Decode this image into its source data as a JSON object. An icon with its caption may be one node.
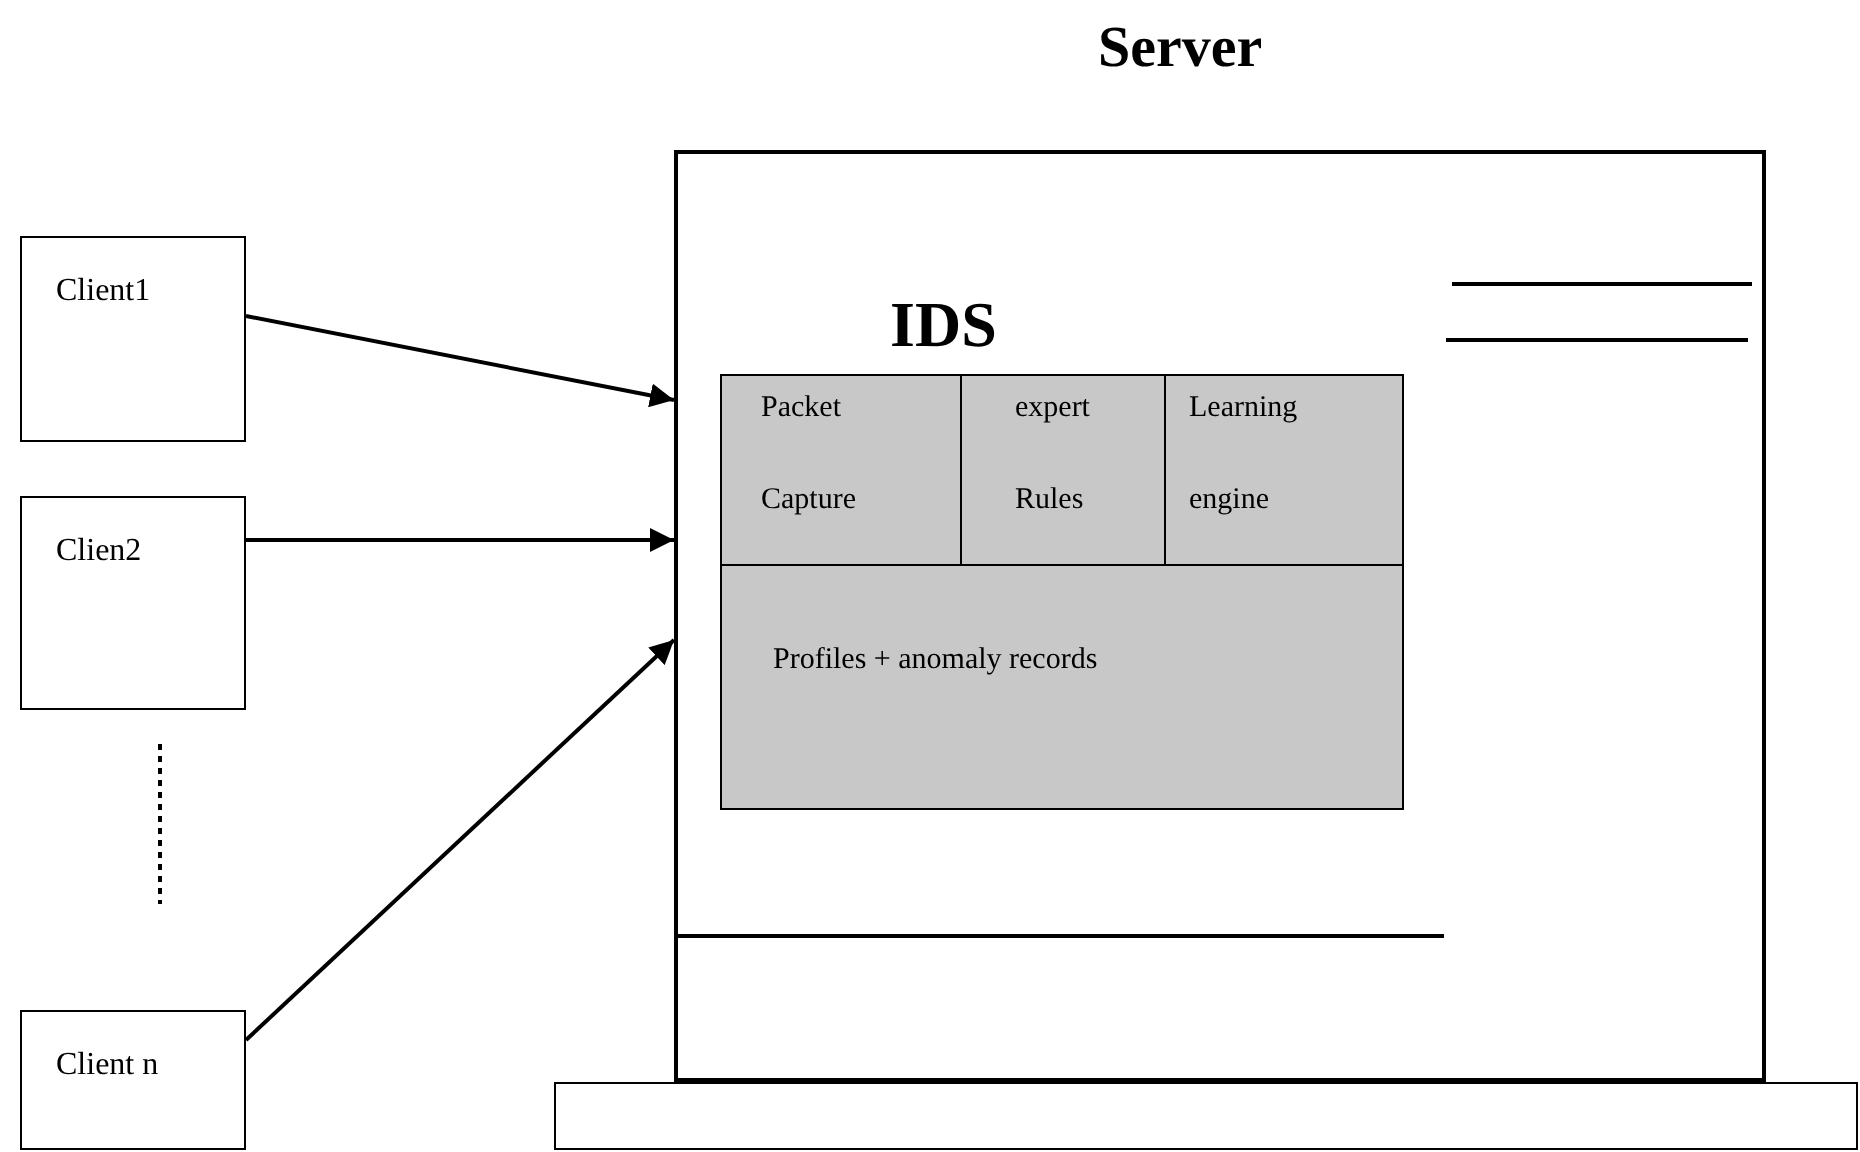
{
  "diagram": {
    "nodes": [
      {
        "text": [
          "Client1"
        ]
      },
      {
        "text": [
          "Clien2"
        ]
      },
      {
        "text": [
          "Client n"
        ]
      },
      {
        "text": [
          "Server"
        ]
      },
      {
        "text": [
          "IDS"
        ],
        "in": 3
      },
      {
        "text": [
          "Packet Capture"
        ],
        "in": 4
      },
      {
        "text": [
          "expert Rules"
        ],
        "in": 4
      },
      {
        "text": [
          "Learning engine"
        ],
        "in": 4
      },
      {
        "text": [
          "Profiles + anomaly records"
        ],
        "in": 4
      },
      {
        "text": [],
        "shape": "box"
      }
    ],
    "edges": [
      {
        "from": 0,
        "to": 3,
        "arrow": "to"
      },
      {
        "from": 1,
        "to": 3,
        "arrow": "to"
      },
      {
        "from": 2,
        "to": 3,
        "arrow": "to"
      }
    ]
  }
}
